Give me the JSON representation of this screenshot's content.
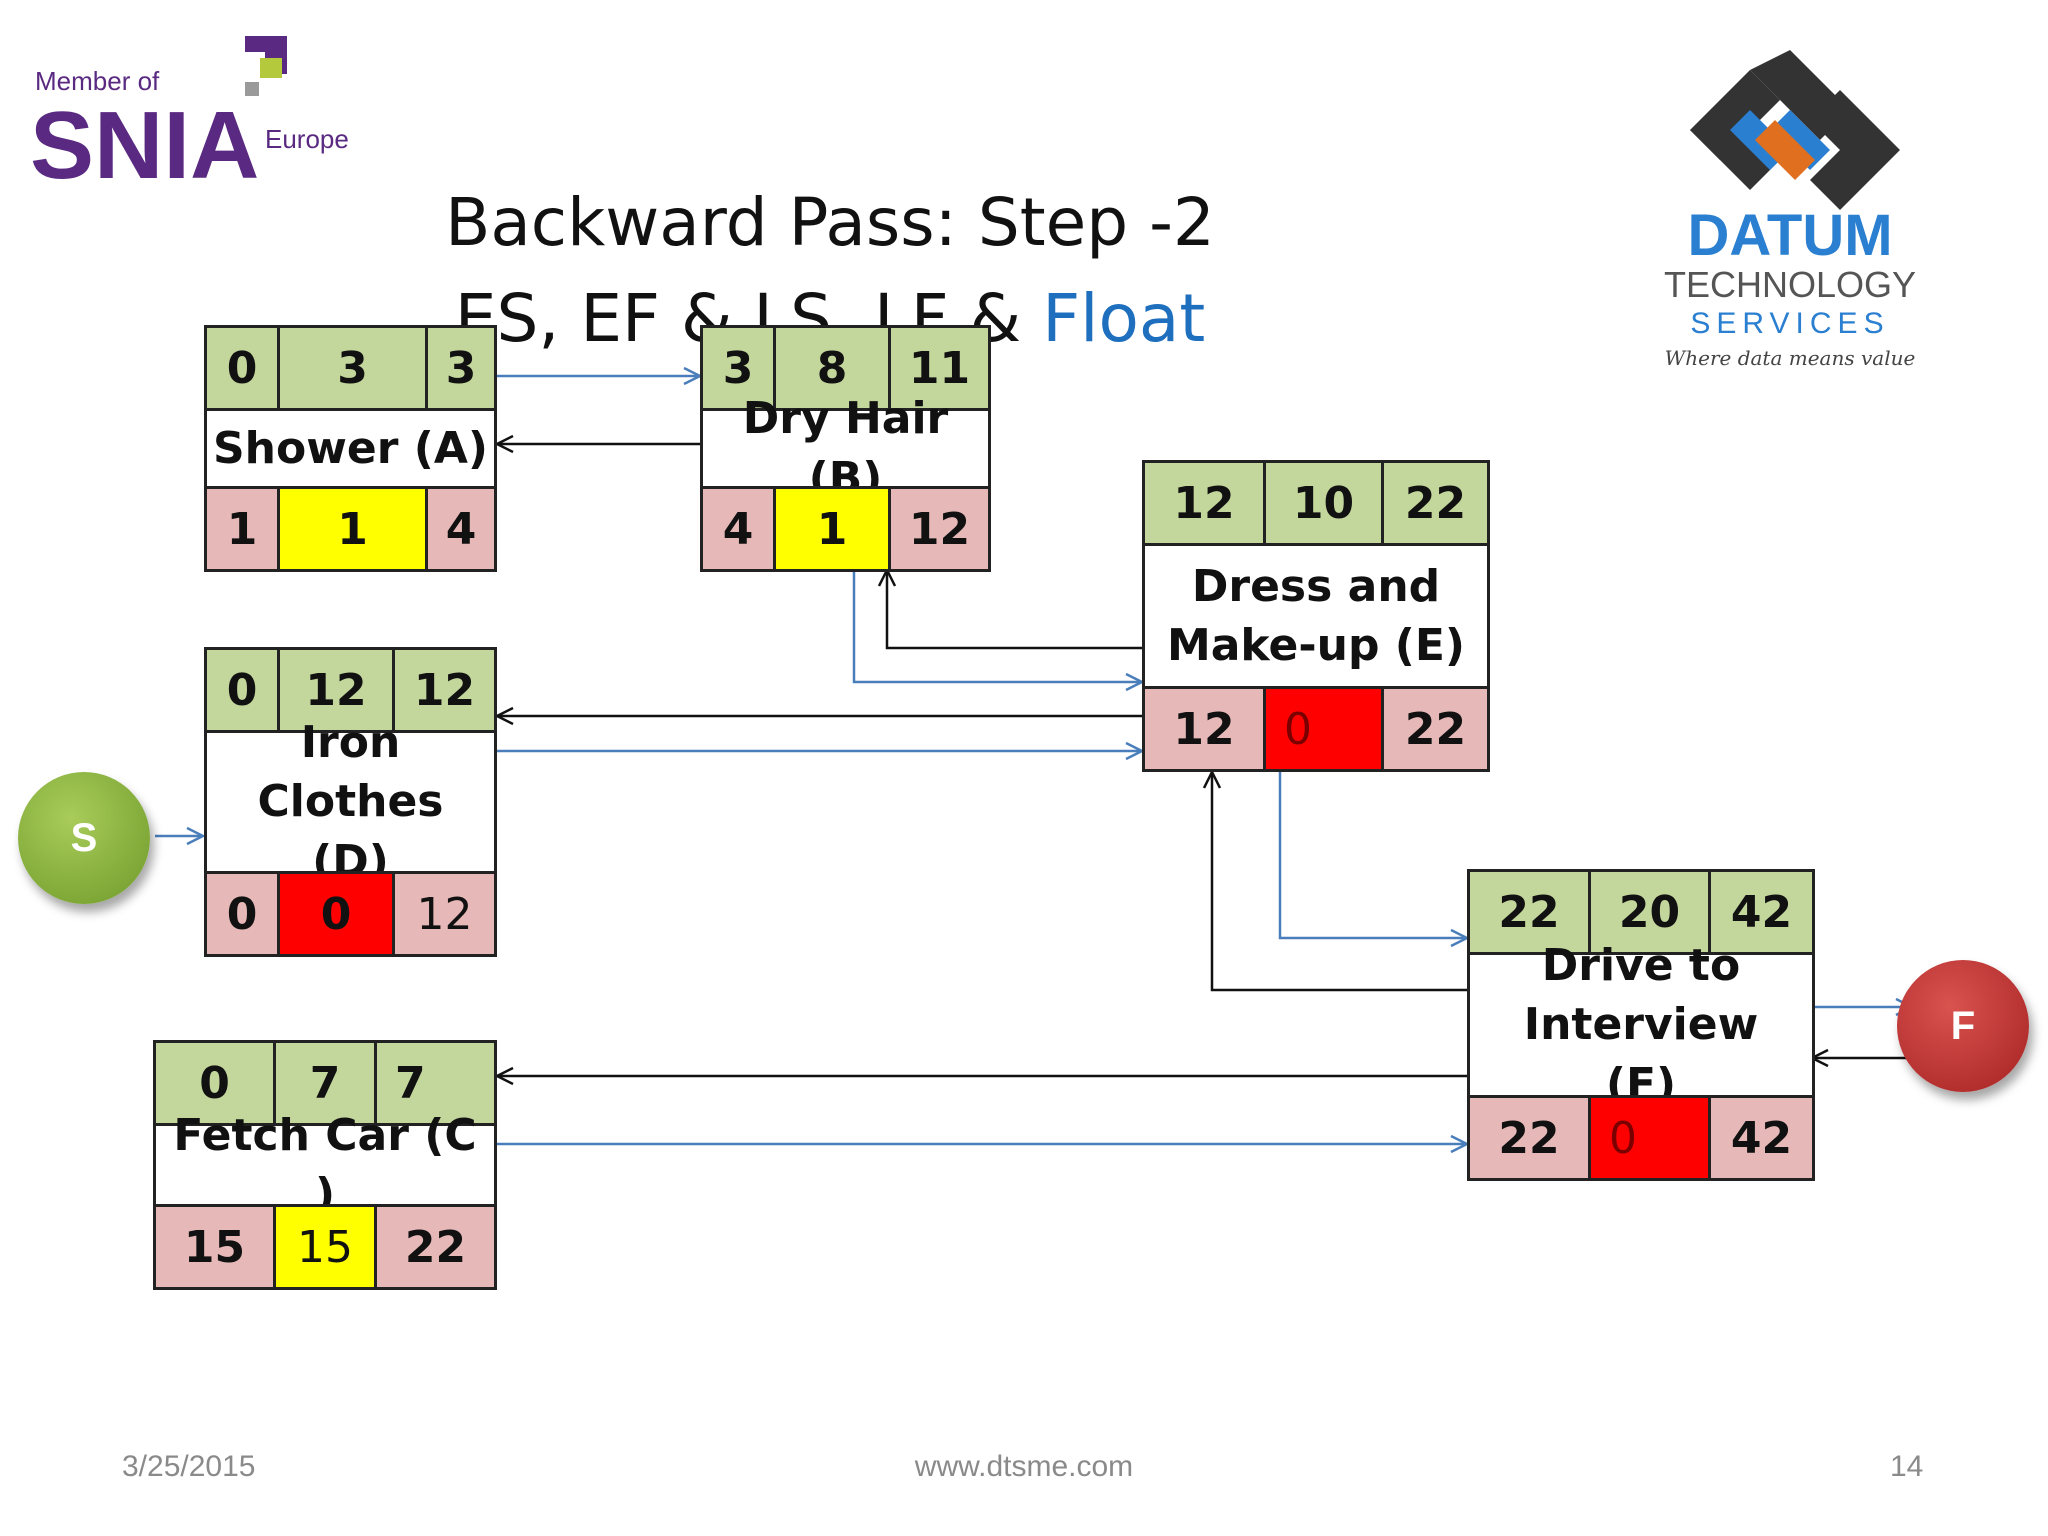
{
  "title": {
    "line1": "Backward Pass: Step -2",
    "line2_prefix": "ES, EF & LS, LF & ",
    "line2_accent": "Float"
  },
  "logos": {
    "snia": {
      "member_of": "Member of",
      "name": "SNIA",
      "region": "Europe"
    },
    "datum": {
      "name": "DATUM",
      "line2": "TECHNOLOGY",
      "line3": "SERVICES",
      "tagline": "Where data means value"
    }
  },
  "start_node": {
    "label": "S"
  },
  "finish_node": {
    "label": "F"
  },
  "nodes": {
    "a": {
      "es": "0",
      "dur": "3",
      "ef": "3",
      "name": "Shower (A)",
      "ls": "1",
      "float": "1",
      "lf": "4"
    },
    "b": {
      "es": "3",
      "dur": "8",
      "ef": "11",
      "name": "Dry Hair (B)",
      "ls": "4",
      "float": "1",
      "lf": "12"
    },
    "e": {
      "es": "12",
      "dur": "10",
      "ef": "22",
      "name": "Dress and Make-up (E)",
      "ls": "12",
      "float": "0",
      "lf": "22"
    },
    "d": {
      "es": "0",
      "dur": "12",
      "ef": "12",
      "name": "Iron Clothes (D)",
      "ls": "0",
      "float": "0",
      "lf": "12"
    },
    "f": {
      "es": "22",
      "dur": "20",
      "ef": "42",
      "name": "Drive to Interview (F)",
      "ls": "22",
      "float": "0",
      "lf": "42"
    },
    "c": {
      "es": "0",
      "dur": "7",
      "ef": "7",
      "name": "Fetch Car (C )",
      "ls": "15",
      "float": "15",
      "lf": "22"
    }
  },
  "colors": {
    "es_ef_row": "#c3d69b",
    "ls_lf_cell": "#e6b9b8",
    "float_positive": "#ffff00",
    "float_critical": "#ff0000",
    "forward_arrow": "#4a7ebb",
    "backward_arrow": "#111111",
    "title_accent": "#1f6fbf"
  },
  "footer": {
    "date": "3/25/2015",
    "url": "www.dtsme.com",
    "page": "14"
  }
}
